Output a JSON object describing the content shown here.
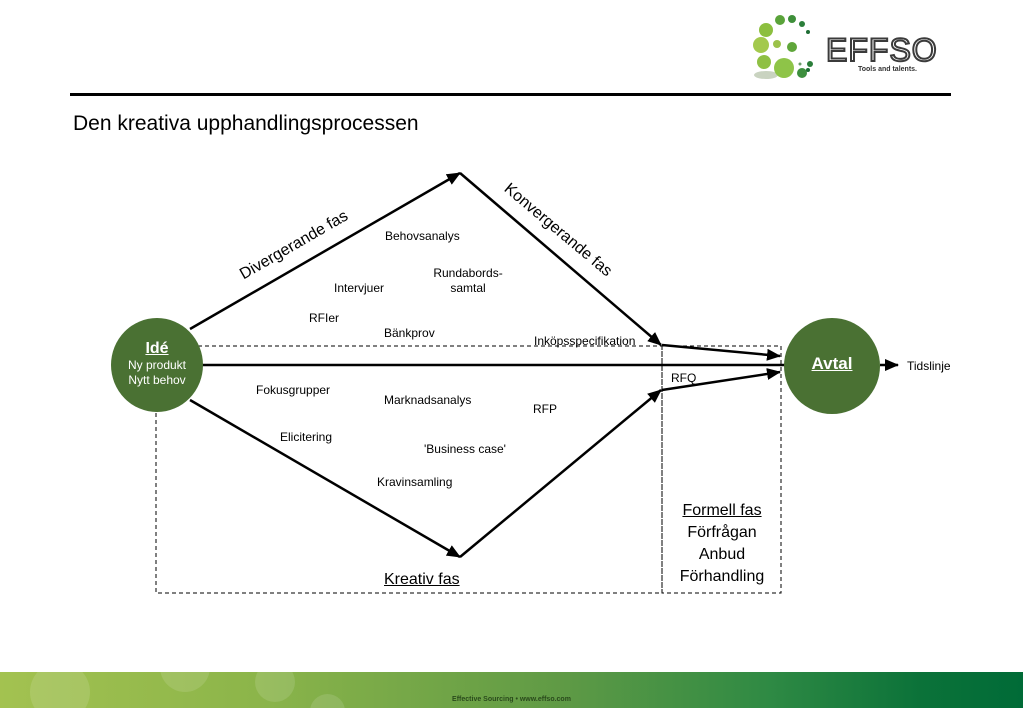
{
  "logo": {
    "brand": "EFFSO",
    "tagline": "Tools and talents.",
    "icon": "dot-swirl-logo-icon"
  },
  "title": "Den kreativa upphandlingsprocessen",
  "nodes": {
    "ide": {
      "title": "Idé",
      "lines": [
        "Ny produkt",
        "Nytt behov"
      ]
    },
    "avtal": {
      "title": "Avtal"
    }
  },
  "timeline_label": "Tidslinje",
  "phases": {
    "divergent": "Divergerande fas",
    "convergent": "Konvergerande fas",
    "creative": "Kreativ fas",
    "formal": {
      "title": "Formell fas",
      "lines": [
        "Förfrågan",
        "Anbud",
        "Förhandling"
      ]
    }
  },
  "activities": {
    "behovsanalys": "Behovsanalys",
    "rundabords_1": "Rundabords-",
    "rundabords_2": "samtal",
    "intervjuer": "Intervjuer",
    "rfier": "RFIer",
    "bankprov": "Bänkprov",
    "inkopsspecifikation": "Inköpsspecifikation",
    "fokusgrupper": "Fokusgrupper",
    "marknadsanalys": "Marknadsanalys",
    "rfp": "RFP",
    "elicitering": "Elicitering",
    "business_case": "'Business case'",
    "kravinsamling": "Kravinsamling",
    "rfq": "RFQ"
  },
  "colors": {
    "node_green": "#4a7133",
    "footer_start": "#a3c250",
    "footer_end": "#006b37"
  },
  "footer": "Effective Sourcing • www.effso.com"
}
